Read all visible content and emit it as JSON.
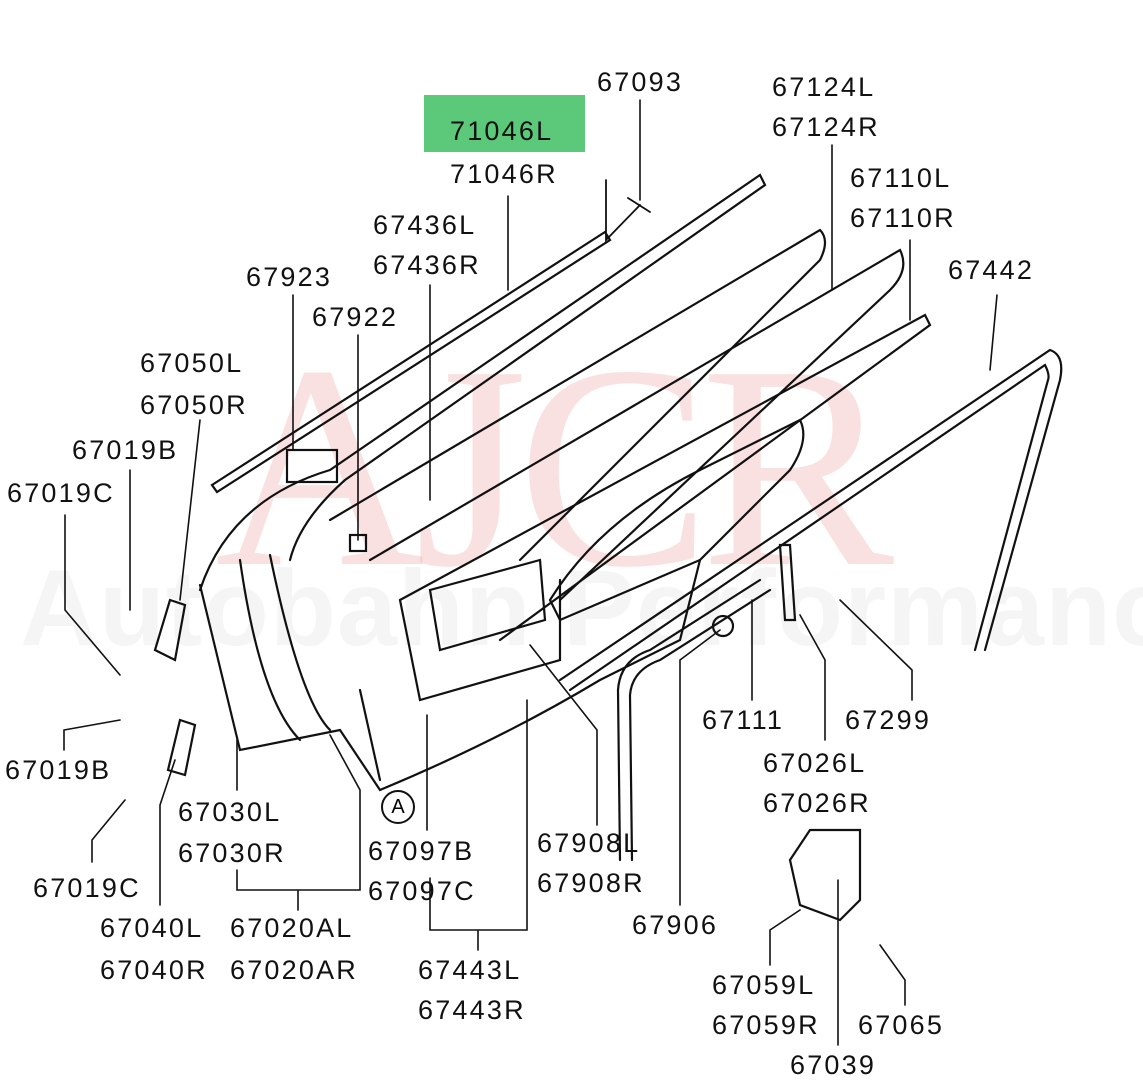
{
  "watermark": {
    "logo": "AJCR",
    "text": "Autobahn Performance"
  },
  "highlight_color": "#5cc87a",
  "callout": "A",
  "labels": {
    "p67093": "67093",
    "p71046L": "71046L",
    "p71046R": "71046R",
    "p67124L": "67124L",
    "p67124R": "67124R",
    "p67110L": "67110L",
    "p67110R": "67110R",
    "p67436L": "67436L",
    "p67436R": "67436R",
    "p67442": "67442",
    "p67923": "67923",
    "p67922": "67922",
    "p67050L": "67050L",
    "p67050R": "67050R",
    "p67019B_a": "67019B",
    "p67019C_a": "67019C",
    "p67111": "67111",
    "p67299": "67299",
    "p67026L": "67026L",
    "p67026R": "67026R",
    "p67019B_b": "67019B",
    "p67030L": "67030L",
    "p67030R": "67030R",
    "p67097B": "67097B",
    "p67097C": "67097C",
    "p67908L": "67908L",
    "p67908R": "67908R",
    "p67019C_b": "67019C",
    "p67906": "67906",
    "p67040L": "67040L",
    "p67040R": "67040R",
    "p67020AL": "67020AL",
    "p67020AR": "67020AR",
    "p67443L": "67443L",
    "p67443R": "67443R",
    "p67059L": "67059L",
    "p67059R": "67059R",
    "p67065": "67065",
    "p67039": "67039"
  }
}
